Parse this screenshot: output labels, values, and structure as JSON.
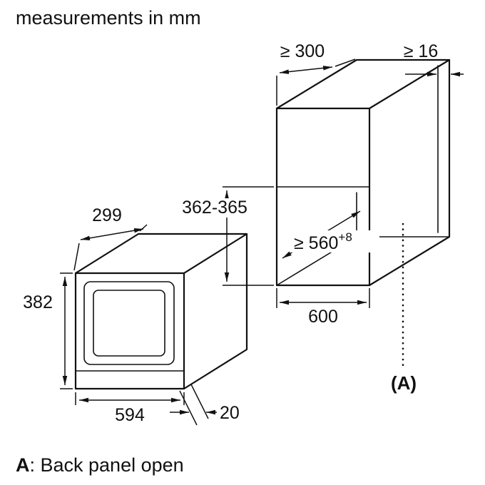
{
  "title": "measurements in mm",
  "footnote": {
    "label": "A",
    "text": ": Back panel open"
  },
  "diagram": {
    "unit": "mm",
    "oven": {
      "depth": "299",
      "height": "382",
      "width": "594",
      "door_protrusion": "20"
    },
    "niche": {
      "top_depth_min": "≥ 300",
      "rear_gap_min": "≥ 16",
      "height_range": "362-365",
      "depth_min": "≥ 560",
      "depth_tolerance": "+8",
      "width": "600",
      "section_marker": "(A)"
    }
  }
}
